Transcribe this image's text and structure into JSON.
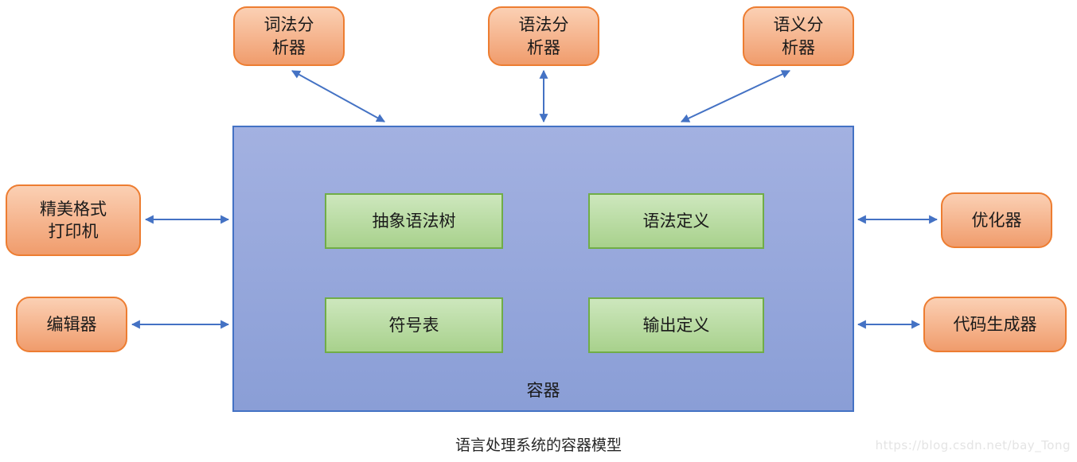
{
  "caption": "语言处理系统的容器模型",
  "watermark": "https://blog.csdn.net/bay_Tong",
  "colors": {
    "node_fill_top": "#fbd0b4",
    "node_fill_bottom": "#f09c6c",
    "node_border": "#ed7d31",
    "inner_fill_top": "#cde7bd",
    "inner_fill_bottom": "#a8d18c",
    "inner_border": "#70ad47",
    "container_fill_top": "#a3b1e1",
    "container_fill_bottom": "#8a9ed6",
    "container_border": "#4472c4",
    "arrow": "#4472c4"
  },
  "container": {
    "label": "容器"
  },
  "nodes": {
    "lexer": {
      "label": "词法分\n析器"
    },
    "parser": {
      "label": "语法分\n析器"
    },
    "semantic_analyzer": {
      "label": "语义分\n析器"
    },
    "pretty_printer": {
      "label": "精美格式\n打印机"
    },
    "editor": {
      "label": "编辑器"
    },
    "optimizer": {
      "label": "优化器"
    },
    "code_generator": {
      "label": "代码生成器"
    },
    "ast": {
      "label": "抽象语法树"
    },
    "syntax_definition": {
      "label": "语法定义"
    },
    "symbol_table": {
      "label": "符号表"
    },
    "output_definition": {
      "label": "输出定义"
    }
  },
  "edges": [
    {
      "from": "词法分析器",
      "to": "容器",
      "bidirectional": true
    },
    {
      "from": "语法分析器",
      "to": "容器",
      "bidirectional": true
    },
    {
      "from": "语义分析器",
      "to": "容器",
      "bidirectional": true
    },
    {
      "from": "精美格式打印机",
      "to": "容器",
      "bidirectional": true
    },
    {
      "from": "编辑器",
      "to": "容器",
      "bidirectional": true
    },
    {
      "from": "优化器",
      "to": "容器",
      "bidirectional": true
    },
    {
      "from": "代码生成器",
      "to": "容器",
      "bidirectional": true
    }
  ]
}
